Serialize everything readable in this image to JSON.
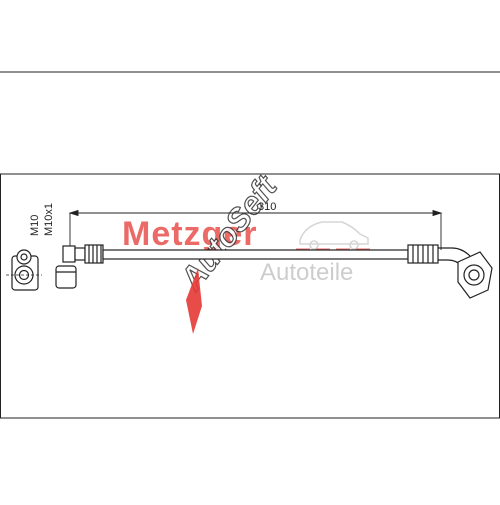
{
  "drawing": {
    "dimension_length": "310",
    "thread_label_1": "M10",
    "thread_label_2": "M10x1"
  },
  "watermark": {
    "brand_name": "Metzger",
    "logo_word": "Autoteile",
    "stamp_text": "AutoSeft",
    "brand_color": "#e53935",
    "gray_color": "#bdbdbd"
  }
}
